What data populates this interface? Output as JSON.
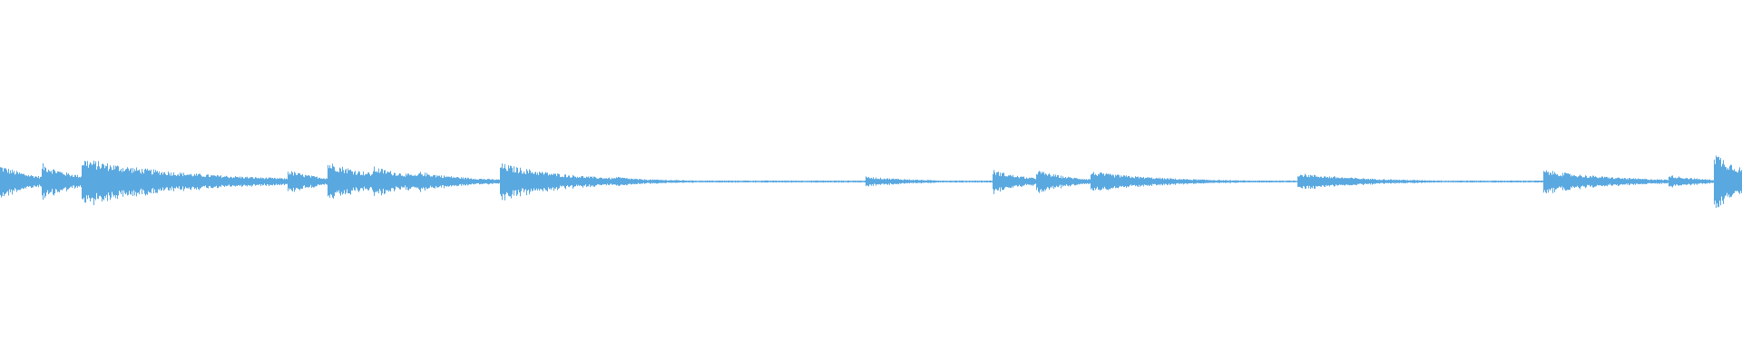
{
  "waveform": {
    "color": "#5aa8e0",
    "baseline_color": "#5aa8e0",
    "amplitude_unit": "normalized",
    "onsets": [
      {
        "t": 0.0,
        "peak": 0.1,
        "decay": 0.02
      },
      {
        "t": 0.024,
        "peak": 0.11,
        "decay": 0.02
      },
      {
        "t": 0.047,
        "peak": 0.14,
        "decay": 0.06
      },
      {
        "t": 0.165,
        "peak": 0.07,
        "decay": 0.02
      },
      {
        "t": 0.188,
        "peak": 0.12,
        "decay": 0.03
      },
      {
        "t": 0.214,
        "peak": 0.09,
        "decay": 0.03
      },
      {
        "t": 0.24,
        "peak": 0.06,
        "decay": 0.03
      },
      {
        "t": 0.287,
        "peak": 0.11,
        "decay": 0.04
      },
      {
        "t": 0.353,
        "peak": 0.03,
        "decay": 0.02
      },
      {
        "t": 0.497,
        "peak": 0.03,
        "decay": 0.03
      },
      {
        "t": 0.57,
        "peak": 0.07,
        "decay": 0.02
      },
      {
        "t": 0.595,
        "peak": 0.07,
        "decay": 0.02
      },
      {
        "t": 0.626,
        "peak": 0.06,
        "decay": 0.04
      },
      {
        "t": 0.745,
        "peak": 0.05,
        "decay": 0.04
      },
      {
        "t": 0.886,
        "peak": 0.07,
        "decay": 0.04
      },
      {
        "t": 0.958,
        "peak": 0.04,
        "decay": 0.02
      },
      {
        "t": 0.984,
        "peak": 0.18,
        "decay": 0.02
      }
    ]
  }
}
